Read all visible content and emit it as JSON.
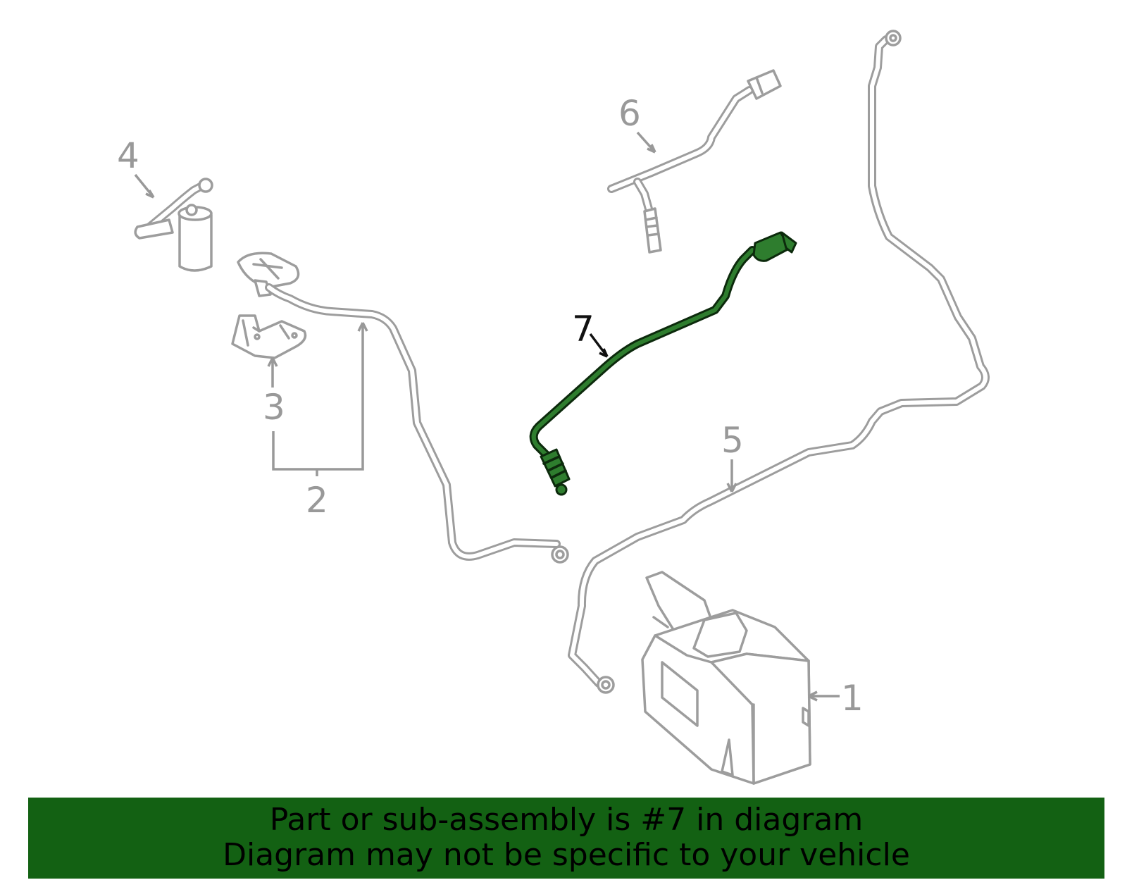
{
  "callouts": {
    "c1": "1",
    "c2": "2",
    "c3": "3",
    "c4": "4",
    "c5": "5",
    "c6": "6",
    "c7": "7"
  },
  "highlighted_part": "7",
  "highlight_color": "#2e7d2e",
  "banner": {
    "line1": "Part or sub-assembly is #7 in diagram",
    "line2": "Diagram may not be specific to your vehicle",
    "background_color": "#136113"
  }
}
